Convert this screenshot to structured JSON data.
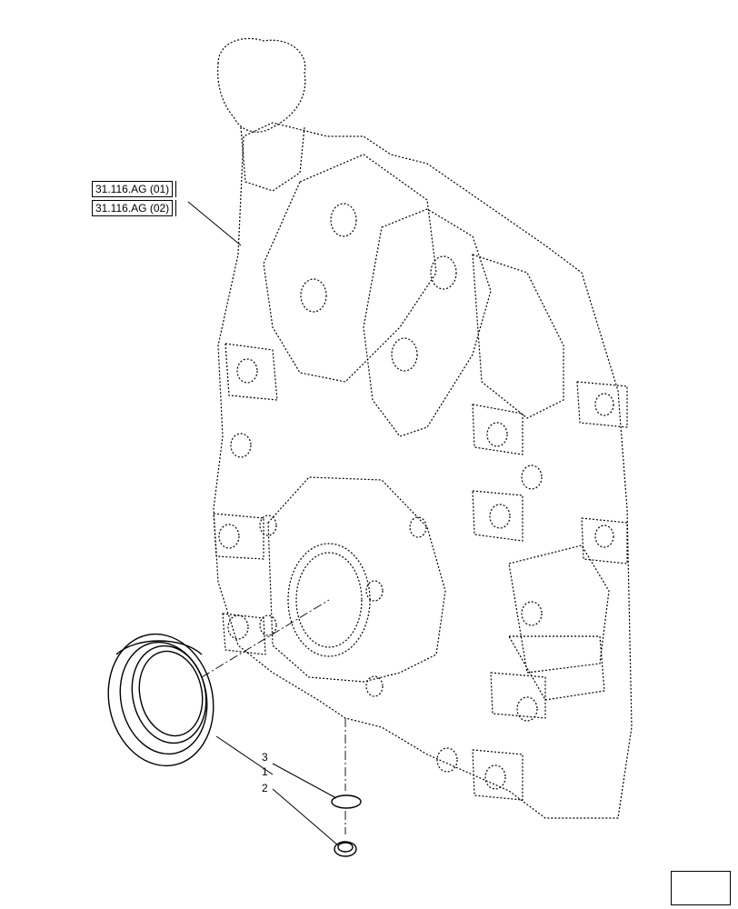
{
  "references": [
    {
      "code": "31.116.AG (01)"
    },
    {
      "code": "31.116.AG (02)"
    }
  ],
  "callouts": [
    {
      "number": "3"
    },
    {
      "number": "1"
    },
    {
      "number": "2"
    }
  ],
  "icons": {
    "nav": "next-page-arrow-icon"
  }
}
